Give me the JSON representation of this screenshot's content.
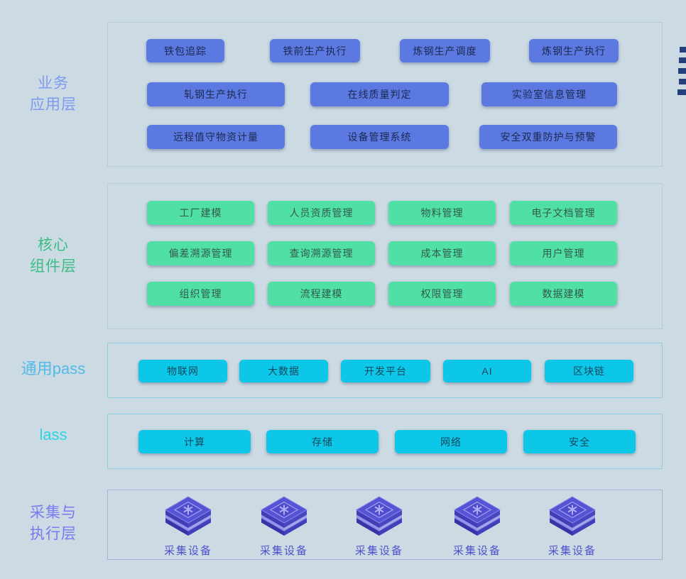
{
  "layers": [
    {
      "name": "business",
      "label": "业务\n应用层",
      "label_color": "#7d9af0",
      "border_color": "#b7cbd8",
      "button_bg": "#5b79e0",
      "button_fg": "#1b2a52",
      "rows": [
        [
          "铁包追踪",
          "铁前生产执行",
          "炼钢生产调度",
          "炼钢生产执行"
        ],
        [
          "轧钢生产执行",
          "在线质量判定",
          "实验室信息管理"
        ],
        [
          "远程值守物资计量",
          "设备管理系统",
          "安全双重防护与预警"
        ]
      ]
    },
    {
      "name": "core",
      "label": "核心\n组件层",
      "label_color": "#3cbd86",
      "border_color": "#b7cbd8",
      "button_bg": "#50e0a6",
      "button_fg": "#315a4b",
      "rows": [
        [
          "工厂建模",
          "人员资质管理",
          "物料管理",
          "电子文档管理"
        ],
        [
          "偏差溯源管理",
          "查询溯源管理",
          "成本管理",
          "用户管理"
        ],
        [
          "组织管理",
          "流程建模",
          "权限管理",
          "数据建模"
        ]
      ]
    },
    {
      "name": "paas",
      "label": "通用pass",
      "label_color": "#53bbe8",
      "border_color": "#93cddd",
      "button_bg": "#0cc7e8",
      "button_fg": "#114a60",
      "rows": [
        [
          "物联网",
          "大数据",
          "开发平台",
          "AI",
          "区块链"
        ]
      ]
    },
    {
      "name": "iaas",
      "label": "lass",
      "label_color": "#2ad4e4",
      "border_color": "#93cddd",
      "button_bg": "#0cc7e8",
      "button_fg": "#114a60",
      "rows": [
        [
          "计算",
          "存储",
          "网络",
          "安全"
        ]
      ]
    },
    {
      "name": "device",
      "label": "采集与\n执行层",
      "label_color": "#7a7aee",
      "border_color": "#a6b2dc",
      "items": [
        "采集设备",
        "采集设备",
        "采集设备",
        "采集设备",
        "采集设备"
      ],
      "item_color": "#5150cc",
      "cube_colors": {
        "top": "#5653d4",
        "chip": "#4f4cce",
        "chip_line": "#aeadf5",
        "side_left": "#403db6",
        "side_right": "#4946c2",
        "band": "#8684ec",
        "base_left": "#3734a6",
        "base_right": "#423fba"
      }
    }
  ],
  "edge_marks": {
    "count": 5,
    "color": "#23407c"
  }
}
